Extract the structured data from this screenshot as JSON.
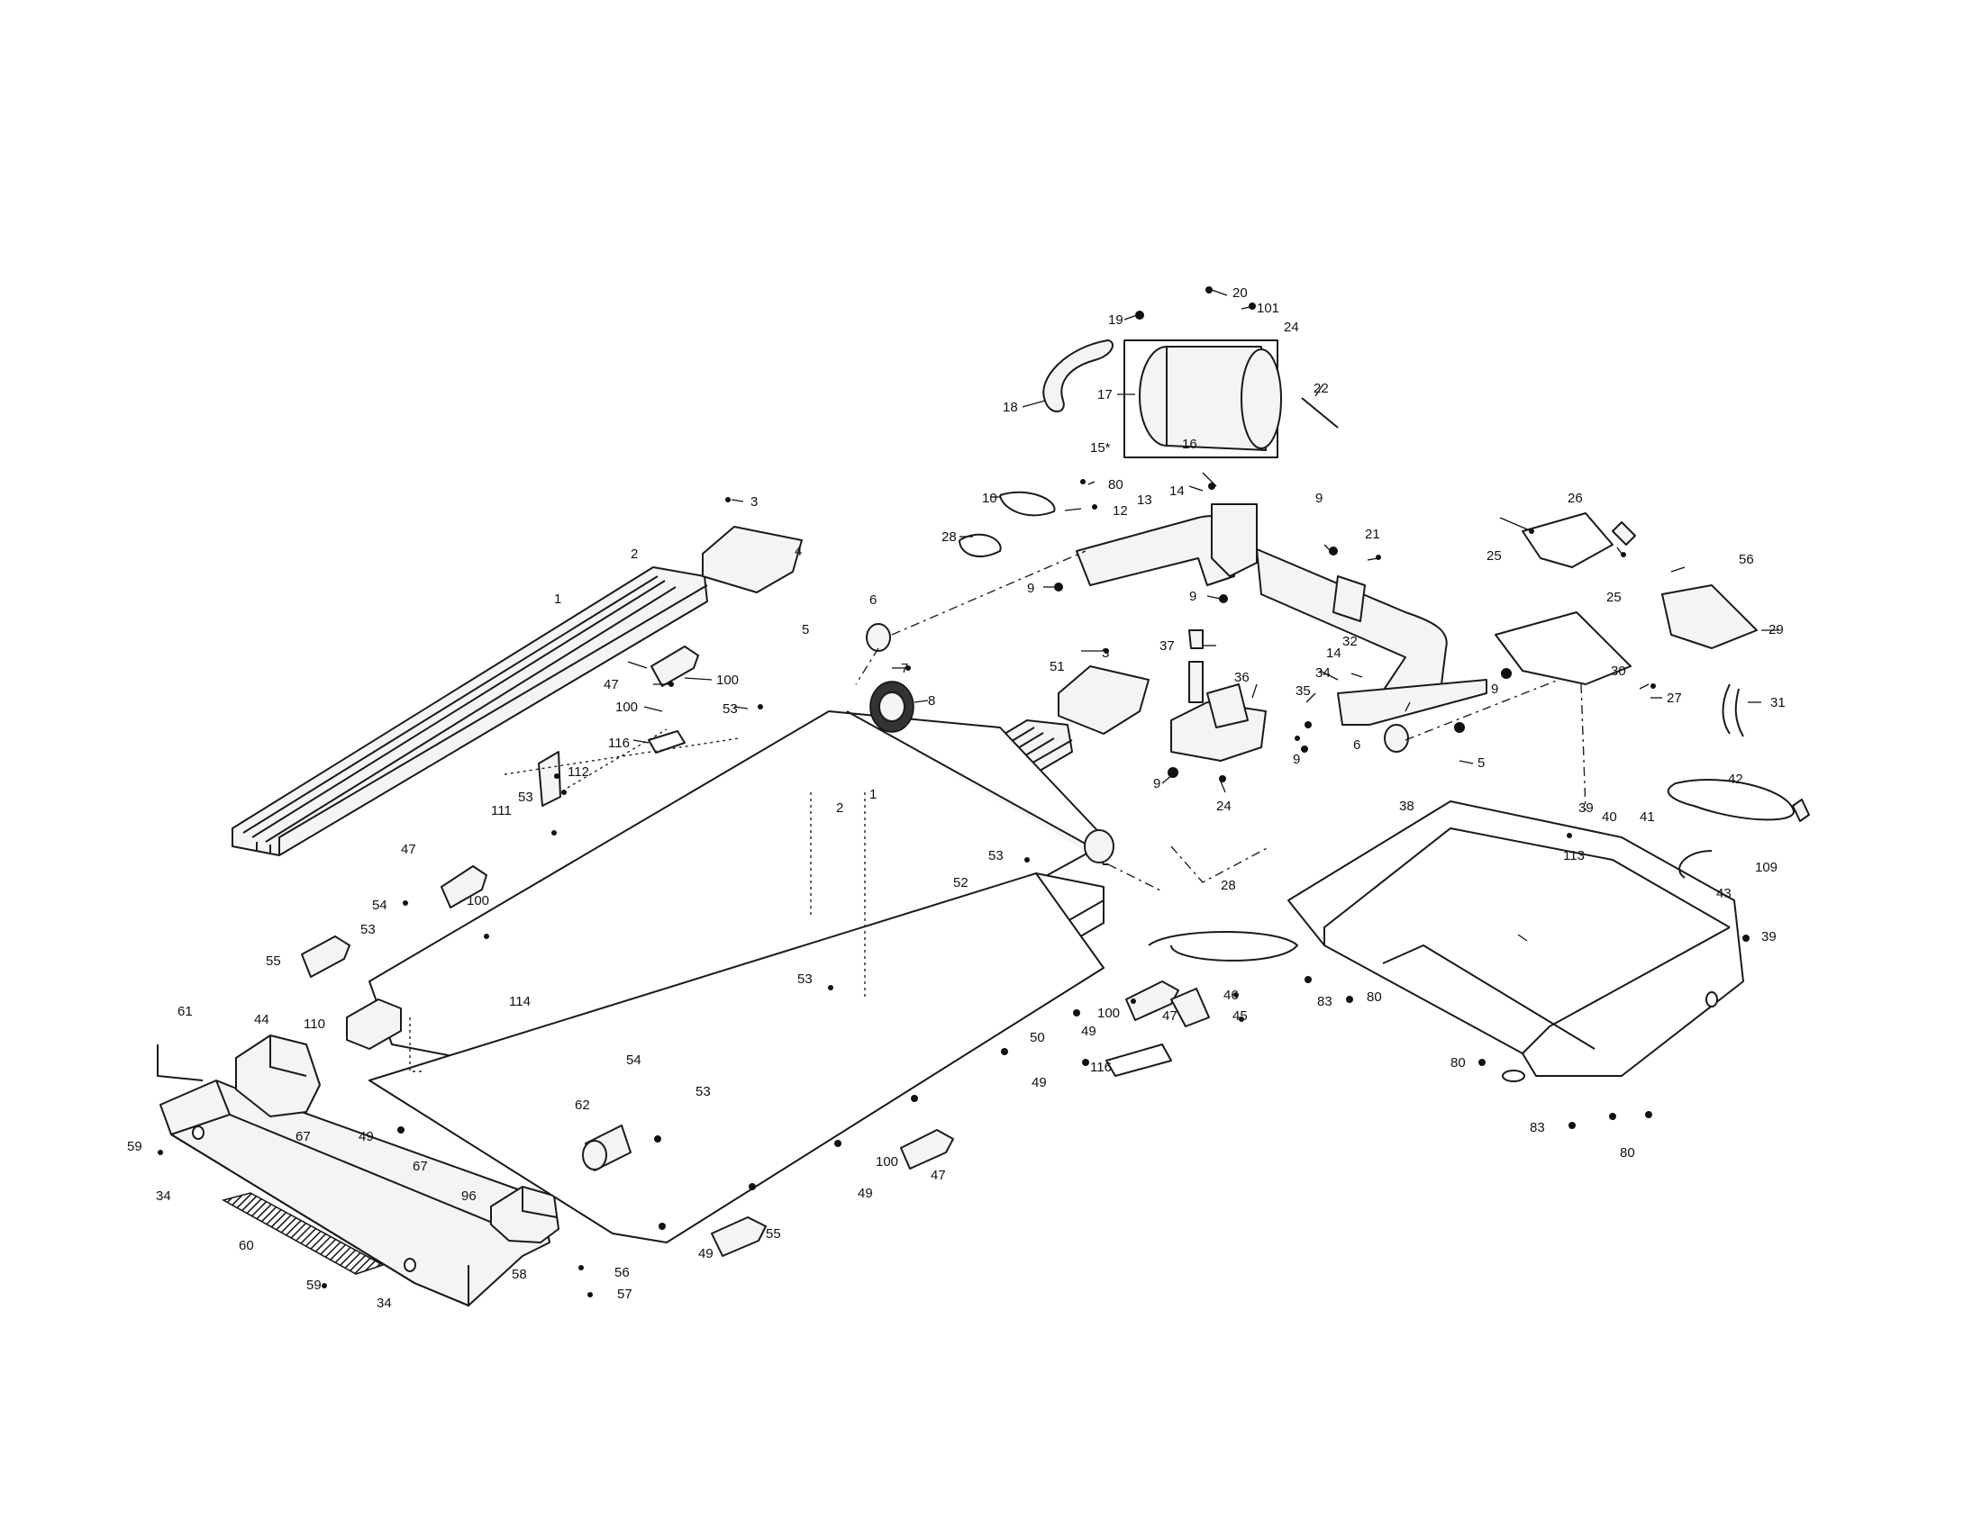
{
  "diagram": {
    "callouts": [
      {
        "id": "c20",
        "text": "20"
      },
      {
        "id": "c101",
        "text": "101"
      },
      {
        "id": "c24a",
        "text": "24"
      },
      {
        "id": "c19",
        "text": "19"
      },
      {
        "id": "c22",
        "text": "22"
      },
      {
        "id": "c17",
        "text": "17"
      },
      {
        "id": "c18",
        "text": "18"
      },
      {
        "id": "c16",
        "text": "16"
      },
      {
        "id": "c15",
        "text": "15*"
      },
      {
        "id": "c80a",
        "text": "80"
      },
      {
        "id": "c10",
        "text": "10"
      },
      {
        "id": "c12",
        "text": "12"
      },
      {
        "id": "c13",
        "text": "13"
      },
      {
        "id": "c14a",
        "text": "14"
      },
      {
        "id": "c9a",
        "text": "9"
      },
      {
        "id": "c21",
        "text": "21"
      },
      {
        "id": "c28a",
        "text": "28"
      },
      {
        "id": "c9b",
        "text": "9"
      },
      {
        "id": "c9c",
        "text": "9"
      },
      {
        "id": "c26",
        "text": "26"
      },
      {
        "id": "c25a",
        "text": "25"
      },
      {
        "id": "c25b",
        "text": "25"
      },
      {
        "id": "c56a",
        "text": "56"
      },
      {
        "id": "c29",
        "text": "29"
      },
      {
        "id": "c3a",
        "text": "3"
      },
      {
        "id": "c4",
        "text": "4"
      },
      {
        "id": "c2a",
        "text": "2"
      },
      {
        "id": "c1a",
        "text": "1"
      },
      {
        "id": "c6a",
        "text": "6"
      },
      {
        "id": "c5a",
        "text": "5"
      },
      {
        "id": "c7",
        "text": "7"
      },
      {
        "id": "c8",
        "text": "8"
      },
      {
        "id": "c47a",
        "text": "47"
      },
      {
        "id": "c100a",
        "text": "100"
      },
      {
        "id": "c100b",
        "text": "100"
      },
      {
        "id": "c53a",
        "text": "53"
      },
      {
        "id": "c116a",
        "text": "116"
      },
      {
        "id": "c3b",
        "text": "3"
      },
      {
        "id": "c51",
        "text": "51"
      },
      {
        "id": "c37",
        "text": "37"
      },
      {
        "id": "c36",
        "text": "36"
      },
      {
        "id": "c32",
        "text": "32"
      },
      {
        "id": "c14b",
        "text": "14"
      },
      {
        "id": "c34a",
        "text": "34"
      },
      {
        "id": "c35",
        "text": "35"
      },
      {
        "id": "c9d",
        "text": "9"
      },
      {
        "id": "c9e",
        "text": "9"
      },
      {
        "id": "c24b",
        "text": "24"
      },
      {
        "id": "c6b",
        "text": "6"
      },
      {
        "id": "c5b",
        "text": "5"
      },
      {
        "id": "c9f",
        "text": "9"
      },
      {
        "id": "c30",
        "text": "30"
      },
      {
        "id": "c27",
        "text": "27"
      },
      {
        "id": "c31",
        "text": "31"
      },
      {
        "id": "c111",
        "text": "111"
      },
      {
        "id": "c112",
        "text": "112"
      },
      {
        "id": "c53b",
        "text": "53"
      },
      {
        "id": "c47b",
        "text": "47"
      },
      {
        "id": "c100c",
        "text": "100"
      },
      {
        "id": "c2b",
        "text": "2"
      },
      {
        "id": "c1b",
        "text": "1"
      },
      {
        "id": "c53c",
        "text": "53"
      },
      {
        "id": "c52",
        "text": "52"
      },
      {
        "id": "c54a",
        "text": "54"
      },
      {
        "id": "c53d",
        "text": "53"
      },
      {
        "id": "c55a",
        "text": "55"
      },
      {
        "id": "c28b",
        "text": "28"
      },
      {
        "id": "c38",
        "text": "38"
      },
      {
        "id": "c39a",
        "text": "39"
      },
      {
        "id": "c40",
        "text": "40"
      },
      {
        "id": "c41",
        "text": "41"
      },
      {
        "id": "c42",
        "text": "42"
      },
      {
        "id": "c113",
        "text": "113"
      },
      {
        "id": "c109",
        "text": "109"
      },
      {
        "id": "c43",
        "text": "43"
      },
      {
        "id": "c39b",
        "text": "39"
      },
      {
        "id": "c61",
        "text": "61"
      },
      {
        "id": "c44",
        "text": "44"
      },
      {
        "id": "c110",
        "text": "110"
      },
      {
        "id": "c114",
        "text": "114"
      },
      {
        "id": "c53e",
        "text": "53"
      },
      {
        "id": "c46",
        "text": "46"
      },
      {
        "id": "c45",
        "text": "45"
      },
      {
        "id": "c49a",
        "text": "49"
      },
      {
        "id": "c100d",
        "text": "100"
      },
      {
        "id": "c47c",
        "text": "47"
      },
      {
        "id": "c50",
        "text": "50"
      },
      {
        "id": "c116b",
        "text": "116"
      },
      {
        "id": "c83a",
        "text": "83"
      },
      {
        "id": "c80b",
        "text": "80"
      },
      {
        "id": "c80c",
        "text": "80"
      },
      {
        "id": "c54b",
        "text": "54"
      },
      {
        "id": "c53f",
        "text": "53"
      },
      {
        "id": "c49b",
        "text": "49"
      },
      {
        "id": "c49c",
        "text": "49"
      },
      {
        "id": "c67a",
        "text": "67"
      },
      {
        "id": "c59a",
        "text": "59"
      },
      {
        "id": "c34b",
        "text": "34"
      },
      {
        "id": "c62",
        "text": "62"
      },
      {
        "id": "c100e",
        "text": "100"
      },
      {
        "id": "c47d",
        "text": "47"
      },
      {
        "id": "c83b",
        "text": "83"
      },
      {
        "id": "c80d",
        "text": "80"
      },
      {
        "id": "c67b",
        "text": "67"
      },
      {
        "id": "c96",
        "text": "96"
      },
      {
        "id": "c49d",
        "text": "49"
      },
      {
        "id": "c60",
        "text": "60"
      },
      {
        "id": "c55b",
        "text": "55"
      },
      {
        "id": "c49e",
        "text": "49"
      },
      {
        "id": "c58",
        "text": "58"
      },
      {
        "id": "c56b",
        "text": "56"
      },
      {
        "id": "c57",
        "text": "57"
      },
      {
        "id": "c59b",
        "text": "59"
      },
      {
        "id": "c34c",
        "text": "34"
      }
    ]
  }
}
